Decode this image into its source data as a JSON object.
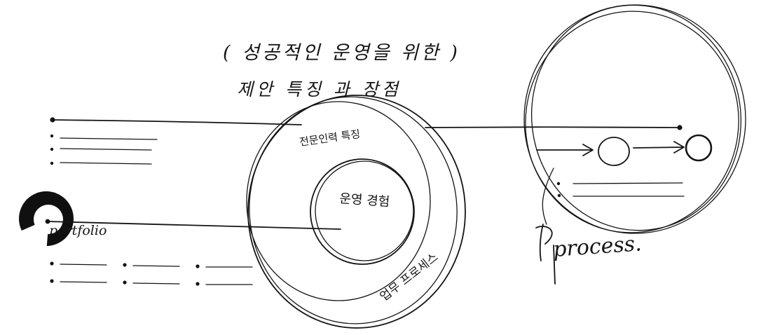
{
  "sketch": {
    "header_line": "( 성공적인 운영을 위한 )",
    "subheader_line": "제안 특징 과 장점",
    "outer_ring_label": "업무 프로세스",
    "middle_ring_label": "전문인력 특징",
    "inner_circle_label": "운영 경험",
    "portfolio_label": "portfolio",
    "process_label": "process."
  }
}
